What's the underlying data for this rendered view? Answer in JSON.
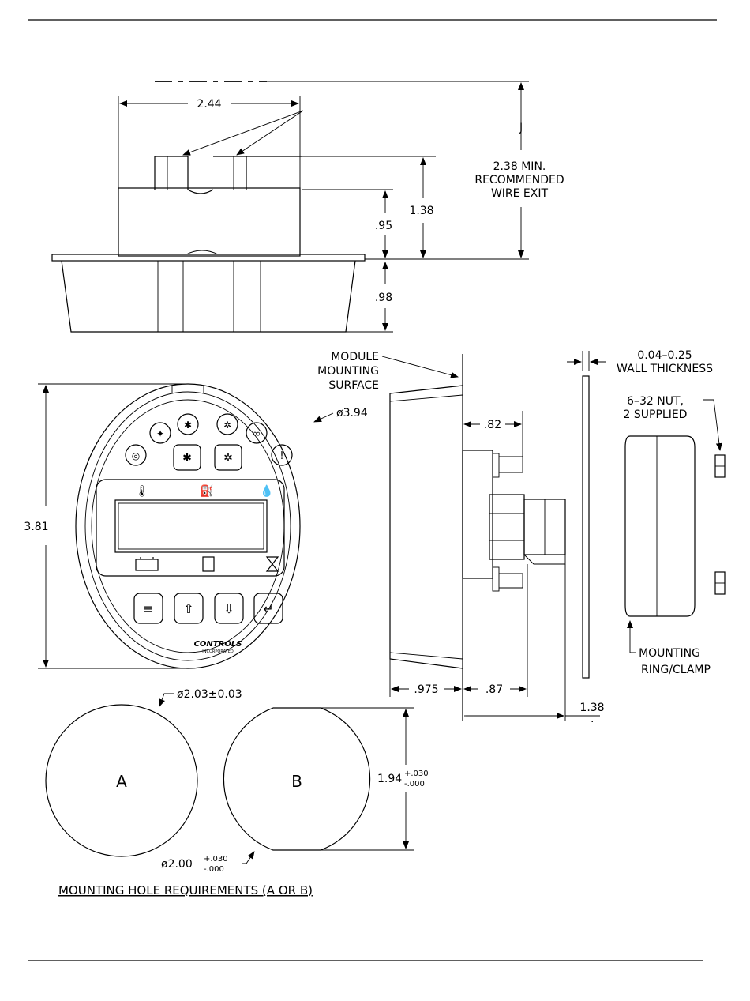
{
  "dims": {
    "width_top": "2.44",
    "wire_exit": [
      "2.38 MIN.",
      "RECOMMENDED",
      "WIRE EXIT"
    ],
    "h_138": "1.38",
    "h_095": ".95",
    "h_098": ".98",
    "dia_394": "ø3.94",
    "h_381": "3.81",
    "d_082": ".82",
    "d_0975": ".975",
    "d_087": ".87",
    "d_138_side": "1.38",
    "wall_thickness": [
      "0.04–0.25",
      "WALL THICKNESS"
    ],
    "nut": [
      "6–32  NUT,",
      "2  SUPPLIED"
    ],
    "mounting_surface": [
      "MODULE",
      "MOUNTING",
      "SURFACE"
    ],
    "ring_clamp": [
      "MOUNTING",
      "RING/CLAMP"
    ],
    "hole_a_dia": "ø2.03±0.03",
    "hole_b_dia_base": "ø2.00",
    "hole_b_dia_tol_plus": "+.030",
    "hole_b_dia_tol_minus": "-.000",
    "hole_b_height_base": "1.94",
    "hole_b_height_tol_plus": "+.030",
    "hole_b_height_tol_minus": "-.000",
    "hole_a_label": "A",
    "hole_b_label": "B",
    "brand": "CONTROLS",
    "brand_sub": "INCORPORATED"
  },
  "caption": "MOUNTING  HOLE  REQUIREMENTS  (A  OR  B)",
  "icons": [
    "oil-pressure-icon",
    "engine-temp-icon",
    "fuel-icon",
    "battery-icon",
    "hourglass-icon"
  ]
}
